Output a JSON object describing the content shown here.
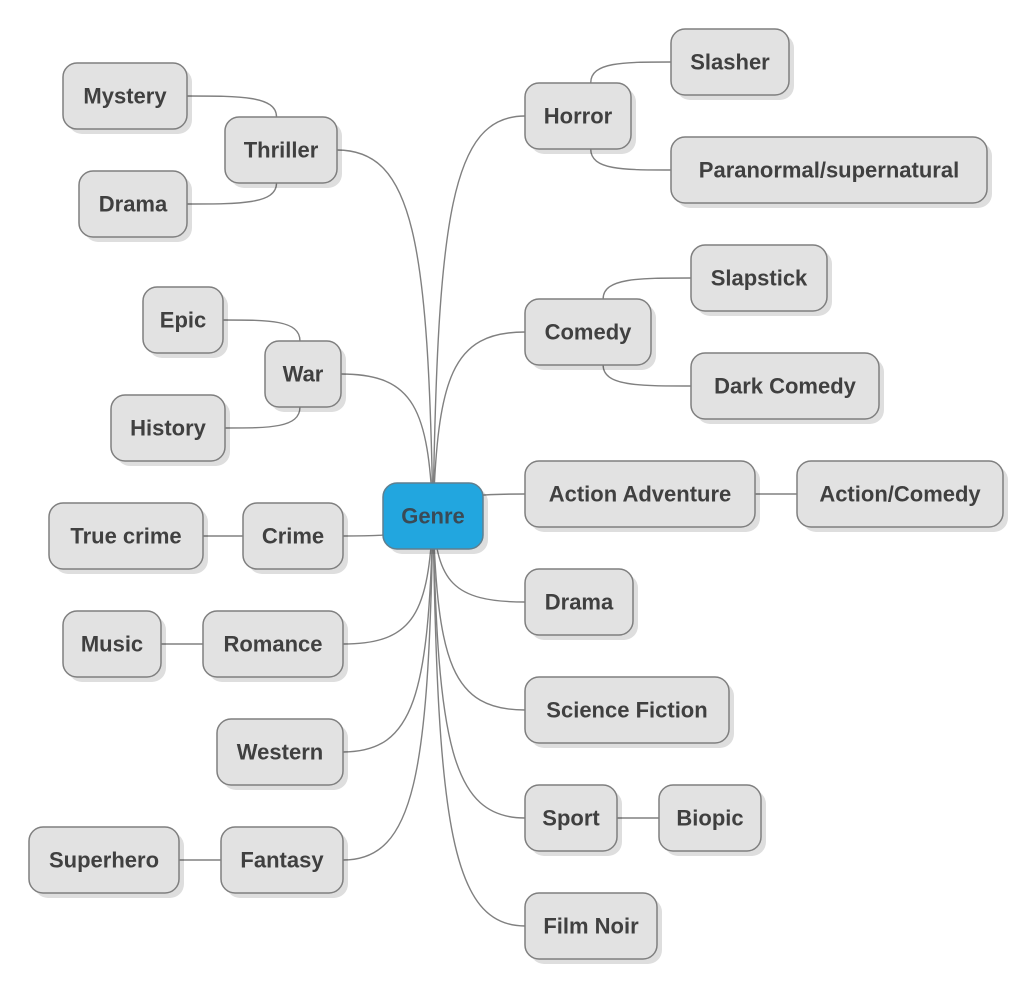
{
  "root": {
    "id": "genre",
    "label": "Genre"
  },
  "nodes": [
    {
      "id": "horror",
      "label": "Horror",
      "parent": "genre"
    },
    {
      "id": "slasher",
      "label": "Slasher",
      "parent": "horror"
    },
    {
      "id": "paranormal",
      "label": "Paranormal/supernatural",
      "parent": "horror"
    },
    {
      "id": "comedy",
      "label": "Comedy",
      "parent": "genre"
    },
    {
      "id": "slapstick",
      "label": "Slapstick",
      "parent": "comedy"
    },
    {
      "id": "dark-comedy",
      "label": "Dark Comedy",
      "parent": "comedy"
    },
    {
      "id": "action-adventure",
      "label": "Action Adventure",
      "parent": "genre"
    },
    {
      "id": "action-comedy",
      "label": "Action/Comedy",
      "parent": "action-adventure"
    },
    {
      "id": "drama-right",
      "label": "Drama",
      "parent": "genre"
    },
    {
      "id": "science-fiction",
      "label": "Science Fiction",
      "parent": "genre"
    },
    {
      "id": "sport",
      "label": "Sport",
      "parent": "genre"
    },
    {
      "id": "biopic",
      "label": "Biopic",
      "parent": "sport"
    },
    {
      "id": "film-noir",
      "label": "Film Noir",
      "parent": "genre"
    },
    {
      "id": "thriller",
      "label": "Thriller",
      "parent": "genre"
    },
    {
      "id": "mystery",
      "label": "Mystery",
      "parent": "thriller"
    },
    {
      "id": "drama-left",
      "label": "Drama",
      "parent": "thriller"
    },
    {
      "id": "war",
      "label": "War",
      "parent": "genre"
    },
    {
      "id": "epic",
      "label": "Epic",
      "parent": "war"
    },
    {
      "id": "history",
      "label": "History",
      "parent": "war"
    },
    {
      "id": "crime",
      "label": "Crime",
      "parent": "genre"
    },
    {
      "id": "true-crime",
      "label": "True crime",
      "parent": "crime"
    },
    {
      "id": "romance",
      "label": "Romance",
      "parent": "genre"
    },
    {
      "id": "music",
      "label": "Music",
      "parent": "romance"
    },
    {
      "id": "western",
      "label": "Western",
      "parent": "genre"
    },
    {
      "id": "fantasy",
      "label": "Fantasy",
      "parent": "genre"
    },
    {
      "id": "superhero",
      "label": "Superhero",
      "parent": "fantasy"
    }
  ],
  "colors": {
    "root_fill": "#22a6df",
    "node_fill": "#e2e2e2",
    "border": "#7f7f7f",
    "link": "#808080",
    "text": "#404040"
  }
}
